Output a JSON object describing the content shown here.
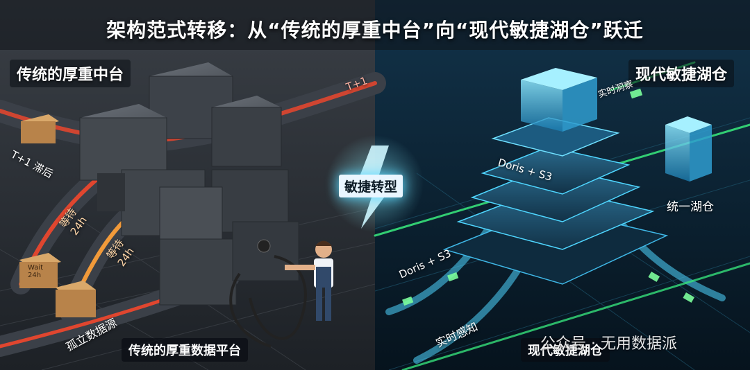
{
  "title": "架构范式转移：从“传统的厚重中台”向“现代敏捷湖仓”跃迁",
  "left": {
    "heading": "传统的厚重中台",
    "lag_label": "T+1 滞后",
    "pipe_tag": "T+1",
    "wait_label_1": "等待\n24h",
    "wait_label_2": "等待\n24h",
    "box_label": "Wait\n24h",
    "isolated_label": "孤立数据源",
    "bottom_label": "传统的厚重数据平台"
  },
  "center": {
    "badge": "敏捷转型"
  },
  "right": {
    "heading": "现代敏捷湖仓",
    "insight_label": "实时洞察",
    "stack_label": "Doris + S3",
    "stream_label": "Doris + S3",
    "unified_label": "统一湖仓",
    "sense_label": "实时感知",
    "bottom_label": "现代敏捷湖仓"
  },
  "watermark": "公众号 · 无用数据派",
  "colors": {
    "left_bg": "#2b2f35",
    "right_bg": "#0b1e2c",
    "pipe_red": "#e0462f",
    "pipe_orange": "#f19a3a",
    "cyan": "#4fd6ff",
    "green": "#36e07a"
  }
}
